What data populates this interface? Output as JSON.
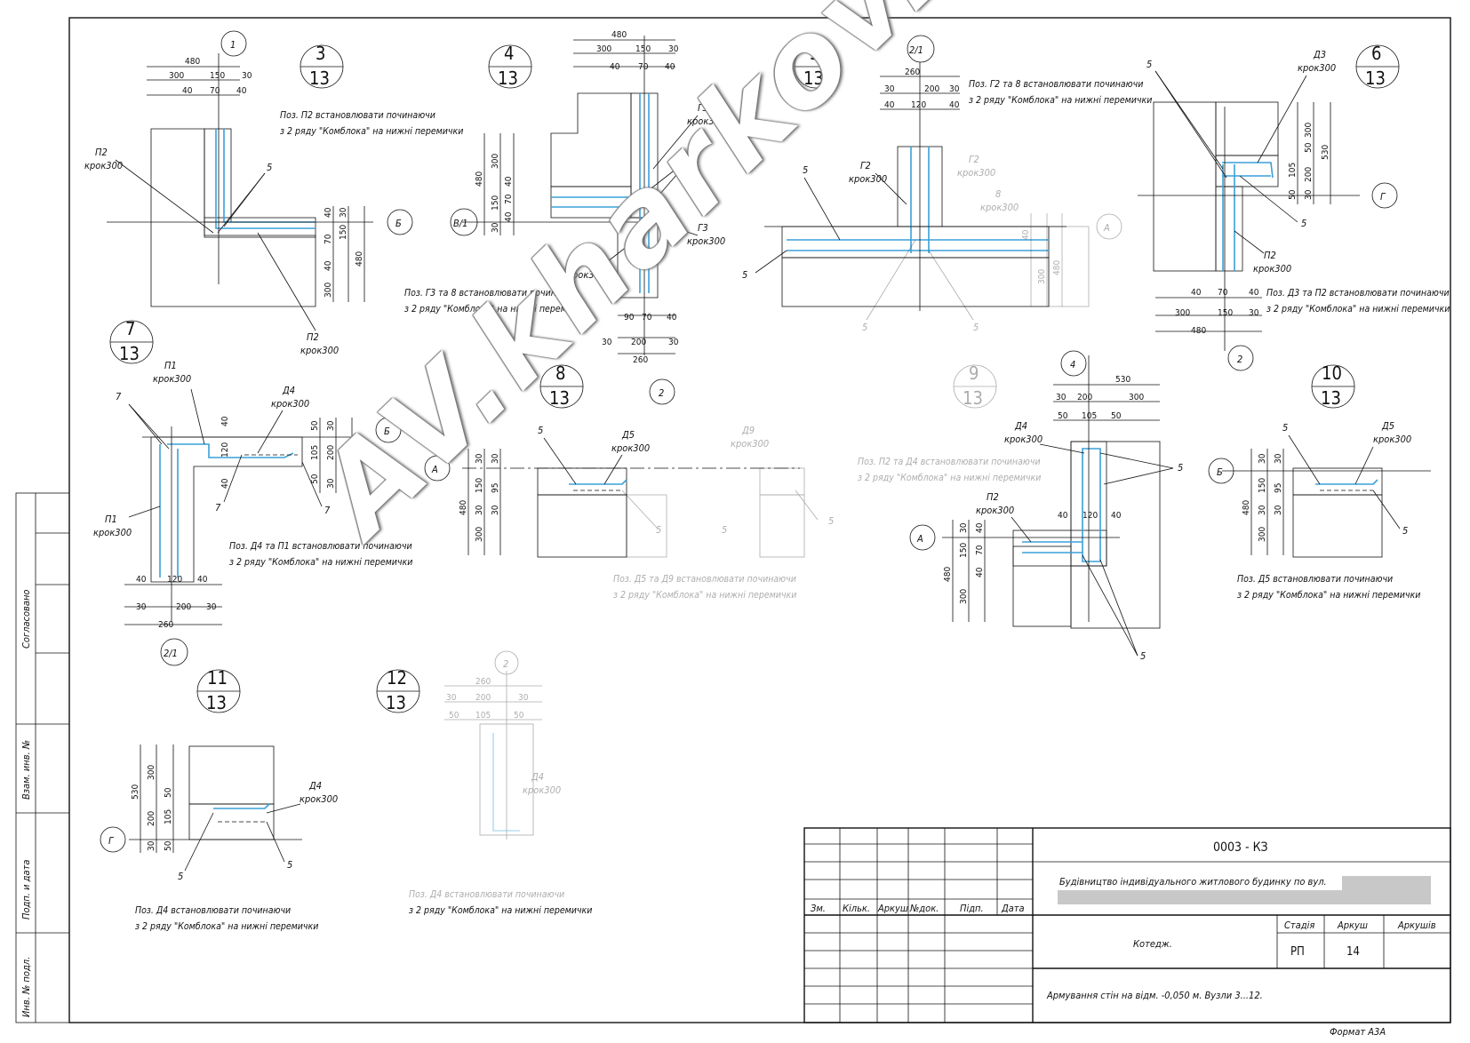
{
  "notes": {
    "n3": [
      "Поз. П2 встановлювати починаючи",
      "з 2 ряду \"Комблока\" на нижні перемички"
    ],
    "n4": [
      "Поз. Г3 та 8 встановлювати починаючи",
      "з 2 ряду \"Комблока\" на нижні перемички"
    ],
    "n5": [
      "Поз. Г2 та 8 встановлювати починаючи",
      "з 2 ряду \"Комблока\" на нижні перемички"
    ],
    "n6": [
      "Поз. Д3 та П2 встановлювати починаючи",
      "з 2 ряду \"Комблока\" на нижні перемички"
    ],
    "n7": [
      "Поз. Д4 та П1 встановлювати починаючи",
      "з 2 ряду \"Комблока\" на нижні перемички"
    ],
    "n8": [
      "Поз. Д5 та Д9 встановлювати починаючи",
      "з 2 ряду \"Комблока\" на нижні перемички"
    ],
    "n9": [
      "Поз. П2 та Д4 встановлювати починаючи",
      "з 2 ряду \"Комблока\" на нижні перемички"
    ],
    "n10": [
      "Поз. Д5 встановлювати починаючи",
      "з 2 ряду \"Комблока\" на нижні перемички"
    ],
    "n11": [
      "Поз. Д4 встановлювати починаючи",
      "з 2 ряду \"Комблока\" на нижні перемички"
    ],
    "n12": [
      "Поз. Д4 встановлювати починаючи",
      "з 2 ряду \"Комблока\" на нижні перемички"
    ]
  },
  "nodes": {
    "n3": [
      "3",
      "13"
    ],
    "n4": [
      "4",
      "13"
    ],
    "n5": [
      "5",
      "13"
    ],
    "n6": [
      "6",
      "13"
    ],
    "n7": [
      "7",
      "13"
    ],
    "n8": [
      "8",
      "13"
    ],
    "n9": [
      "9",
      "13"
    ],
    "n10": [
      "10",
      "13"
    ],
    "n11": [
      "11",
      "13"
    ],
    "n12": [
      "12",
      "13"
    ]
  },
  "axes": {
    "a1": "1",
    "a2_1": "2/1",
    "aB": "Б",
    "aV1": "В/1",
    "a2": "2",
    "aA": "А",
    "aG": "Г",
    "a4": "4",
    "a2b": "2/1",
    "a2c": "2",
    "aA2": "А",
    "aB2": "Б",
    "aG2": "Г",
    "a2d": "2",
    "aA3": "А"
  },
  "labels": {
    "P2": "П2",
    "P1": "П1",
    "G2": "Г2",
    "G3": "Г3",
    "D3": "Д3",
    "D4": "Д4",
    "D5": "Д5",
    "D9": "Д9",
    "step": "крок300",
    "p5": "5",
    "p7": "7",
    "p8": "8"
  },
  "dims": {
    "d480": "480",
    "d300": "300",
    "d150": "150",
    "d30": "30",
    "d40": "40",
    "d70": "70",
    "d260": "260",
    "d200": "200",
    "d120": "120",
    "d90": "90",
    "d530": "530",
    "d50": "50",
    "d105": "105",
    "d95": "95"
  },
  "side": {
    "agreed": "Согласовано",
    "vzam": "Взам. инв. №",
    "podp": "Подп. и дата",
    "inv": "Инв. № подл."
  },
  "titleblock": {
    "code": "0003 - КЗ",
    "project": "Будівництво індивідуального житлового будинку по вул.",
    "object": "Котедж.",
    "sheet_title": "Армування стін на відм. -0,050 м. Вузли 3...12.",
    "stage_h": "Стадія",
    "sheet_h": "Аркуш",
    "sheets_h": "Аркушів",
    "stage": "РП",
    "sheet": "14",
    "sheets": "",
    "cols": [
      "Зм.",
      "Кільк.",
      "Аркуш",
      "№док.",
      "Підп.",
      "Дата"
    ],
    "format": "Формат А3А"
  },
  "watermark": "AV.kharkov.ua"
}
